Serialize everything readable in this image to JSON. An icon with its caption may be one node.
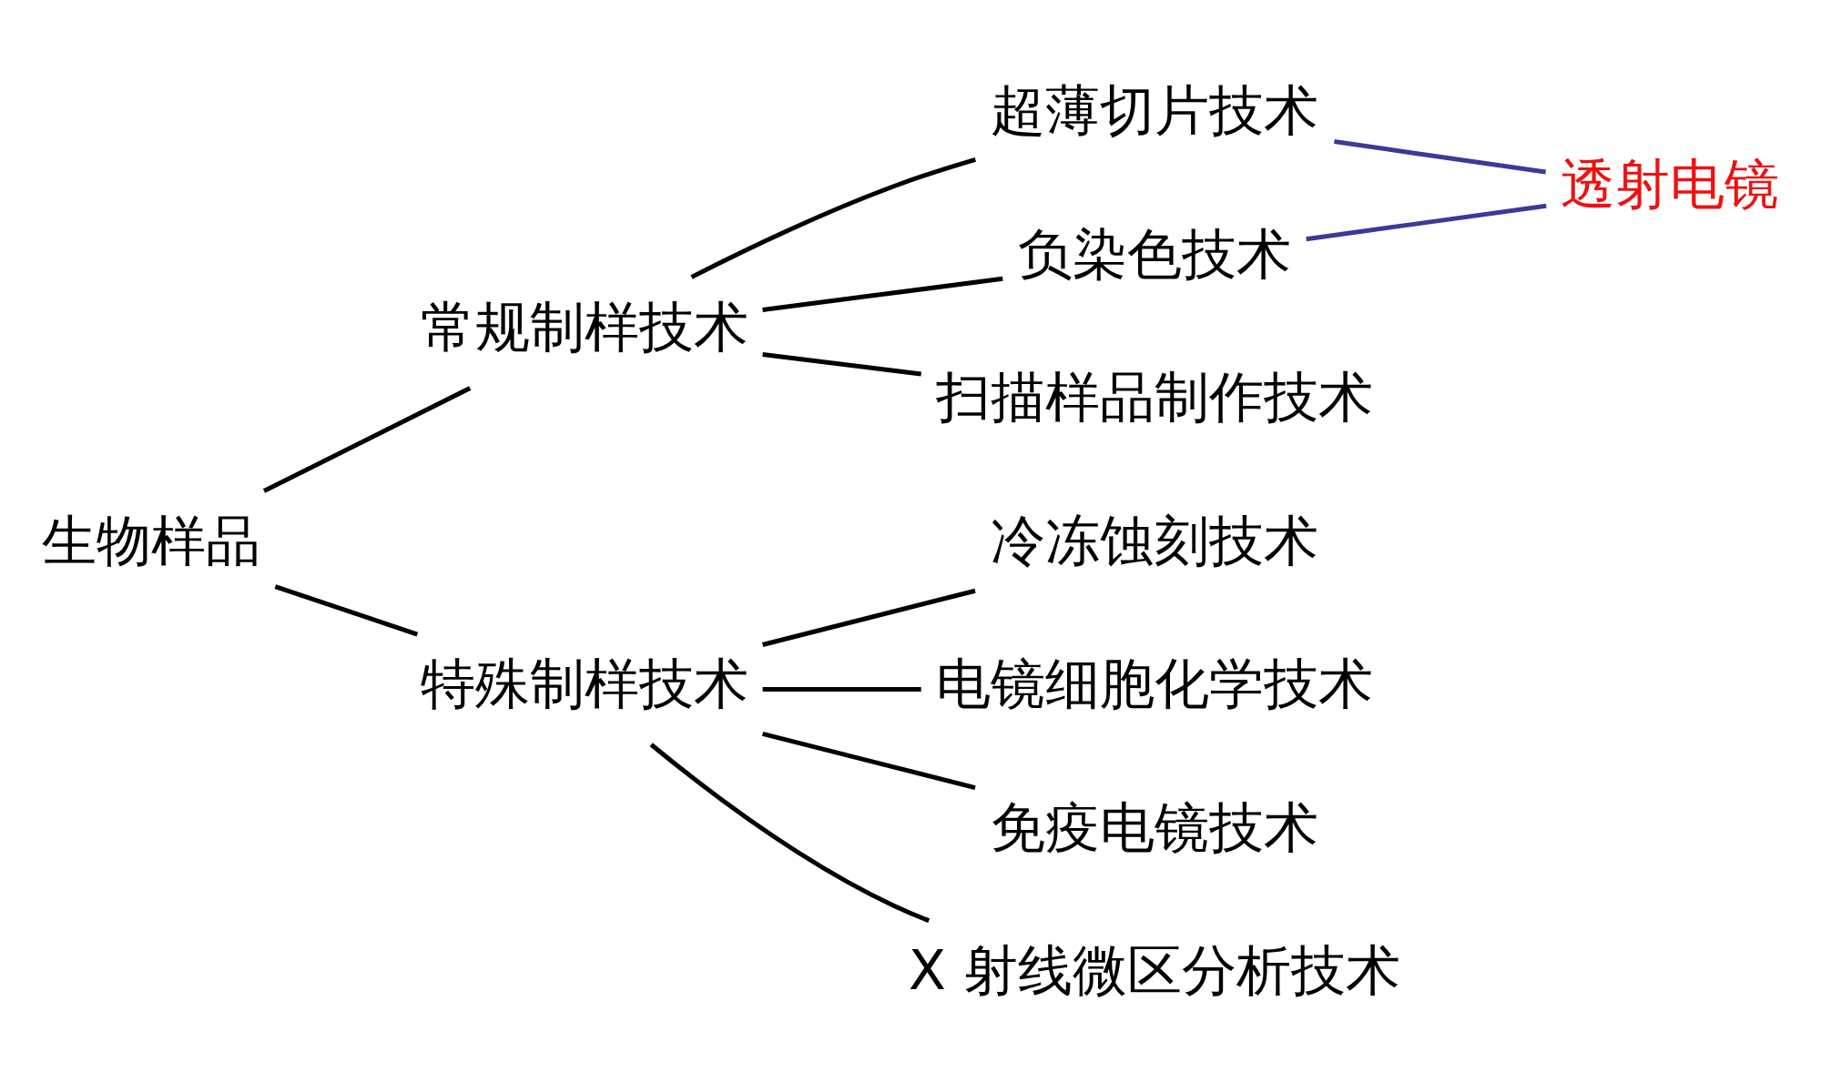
{
  "diagram": {
    "nodes": [
      {
        "text": [
          "生物样品"
        ]
      },
      {
        "text": [
          "常规制样技术"
        ]
      },
      {
        "text": [
          "特殊制样技术"
        ]
      },
      {
        "text": [
          "超薄切片技术"
        ]
      },
      {
        "text": [
          "负染色技术"
        ]
      },
      {
        "text": [
          "扫描样品制作技术"
        ]
      },
      {
        "text": [
          "透射电镜"
        ]
      },
      {
        "text": [
          "冷冻蚀刻技术"
        ]
      },
      {
        "text": [
          "电镜细胞化学技术"
        ]
      },
      {
        "text": [
          "免疫电镜技术"
        ]
      },
      {
        "text": [
          "X 射线微区分析技术"
        ]
      }
    ],
    "edges": [
      {
        "from": 0,
        "to": 1,
        "arrow": "none"
      },
      {
        "from": 0,
        "to": 2,
        "arrow": "none"
      },
      {
        "from": 1,
        "to": 3,
        "arrow": "none"
      },
      {
        "from": 1,
        "to": 4,
        "arrow": "none"
      },
      {
        "from": 1,
        "to": 5,
        "arrow": "none"
      },
      {
        "from": 3,
        "to": 6,
        "arrow": "none",
        "color": "#3a3a9a"
      },
      {
        "from": 4,
        "to": 6,
        "arrow": "none",
        "color": "#3a3a9a"
      },
      {
        "from": 2,
        "to": 7,
        "arrow": "none"
      },
      {
        "from": 2,
        "to": 8,
        "arrow": "none"
      },
      {
        "from": 2,
        "to": 9,
        "arrow": "none"
      },
      {
        "from": 2,
        "to": 10,
        "arrow": "none"
      }
    ]
  }
}
